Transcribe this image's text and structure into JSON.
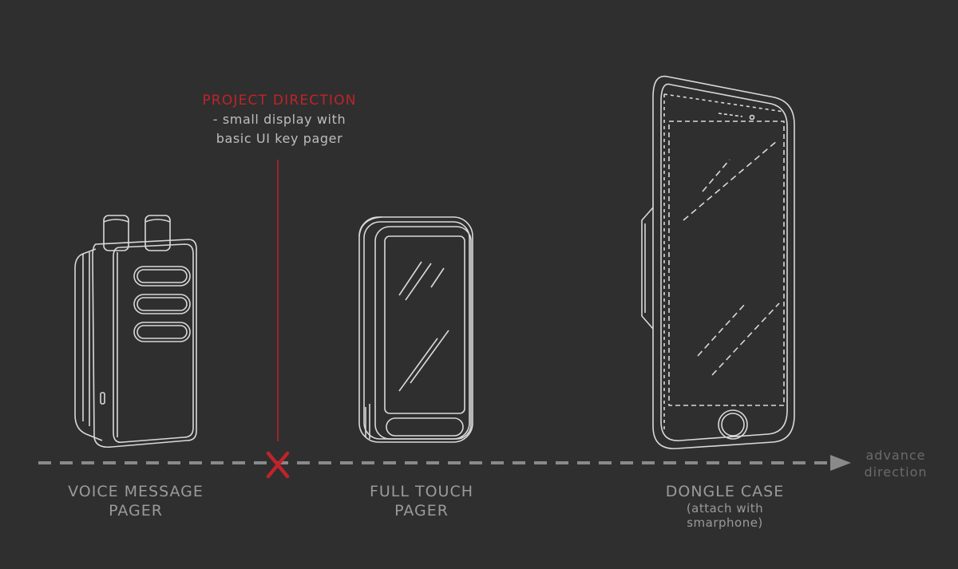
{
  "project": {
    "title": "PROJECT DIRECTION",
    "line1": "- small display with",
    "line2": "basic UI key pager"
  },
  "axis": {
    "label_line1": "advance",
    "label_line2": "direction"
  },
  "devices": [
    {
      "name_line1": "VOICE MESSAGE",
      "name_line2": "PAGER"
    },
    {
      "name_line1": "FULL TOUCH",
      "name_line2": "PAGER"
    },
    {
      "name_line1": "DONGLE CASE",
      "note_line1": "(attach with",
      "note_line2": "smarphone)"
    }
  ],
  "colors": {
    "background": "#2f2f2f",
    "accent_red": "#c0232b",
    "sketch_line": "#d9d9d9",
    "axis_gray": "#8a8a8a"
  }
}
